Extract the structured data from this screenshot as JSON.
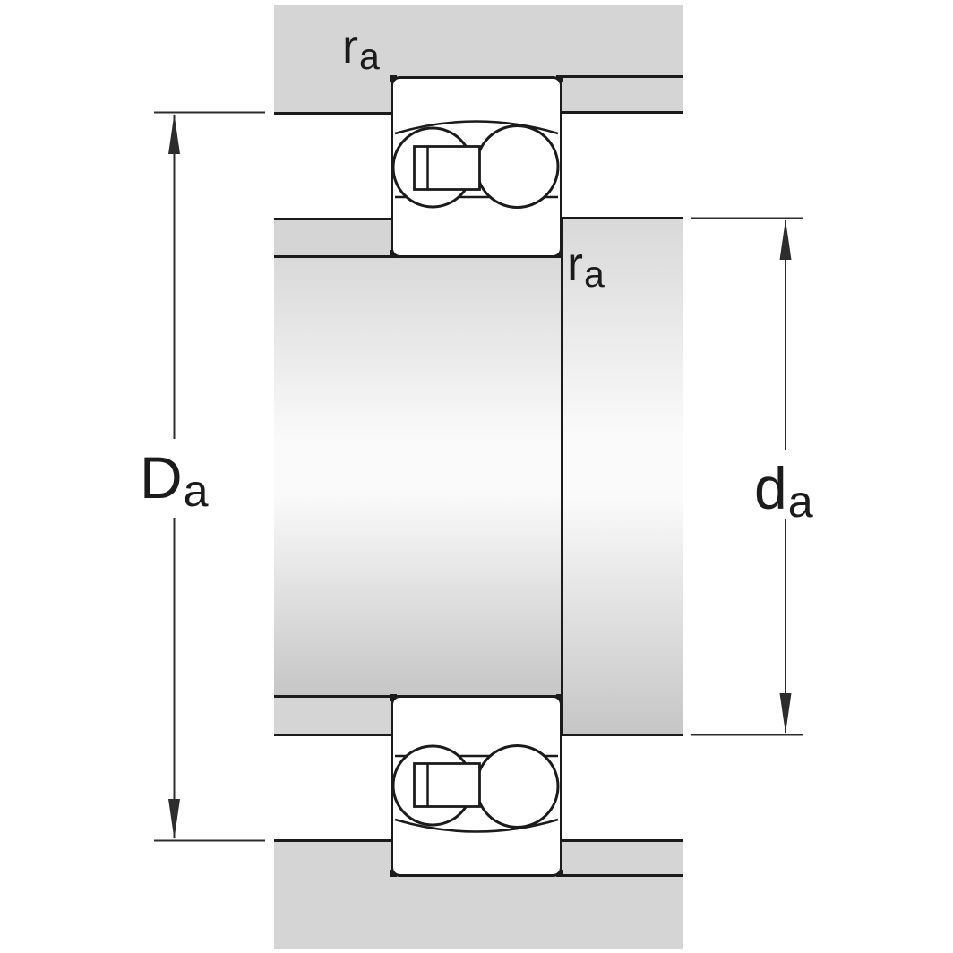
{
  "figure": {
    "type": "bearing-mounting-cross-section"
  },
  "labels": {
    "housing_fillet": {
      "base": "r",
      "sub": "a"
    },
    "shaft_fillet": {
      "base": "r",
      "sub": "a"
    },
    "housing_abutment_diameter": {
      "base": "D",
      "sub": "a"
    },
    "shaft_abutment_diameter": {
      "base": "d",
      "sub": "a"
    }
  },
  "colors": {
    "background": "#ffffff",
    "housing_gray": "#d5d5d5",
    "outline_black": "#1b1b1b",
    "dimension_line": "#2d2d2d",
    "shaft_top": "#d9d9d9",
    "shaft_highlight": "#fafafa",
    "shaft_bottom": "#c6c6c6"
  }
}
